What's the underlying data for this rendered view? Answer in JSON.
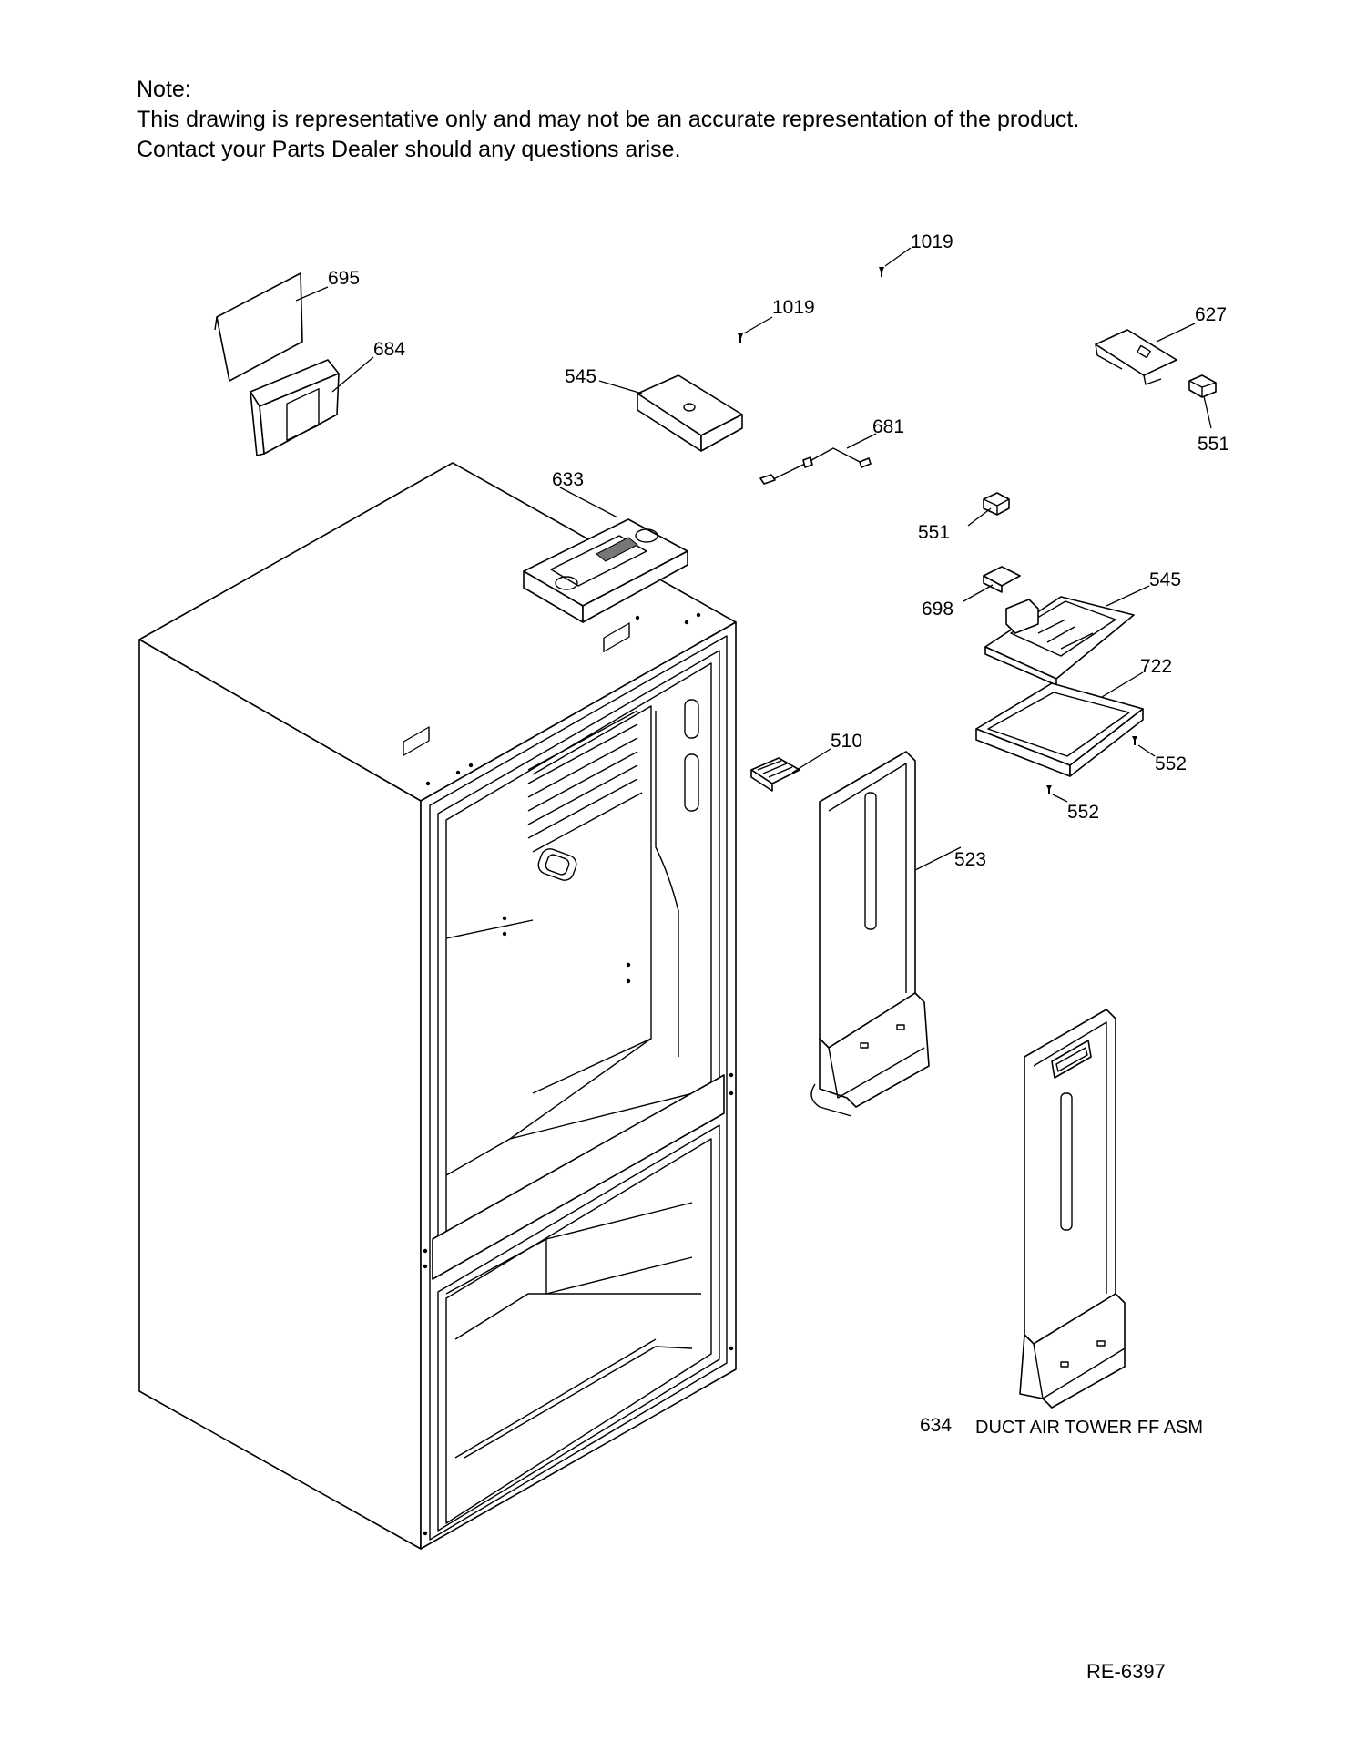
{
  "note": {
    "heading": "Note:",
    "line1": "This drawing is representative only and may not be an accurate representation of the product.",
    "line2": "Contact your Parts Dealer should any questions arise."
  },
  "callouts": {
    "c695": "695",
    "c684": "684",
    "c1019a": "1019",
    "c1019b": "1019",
    "c627": "627",
    "c551a": "551",
    "c545a": "545",
    "c681": "681",
    "c633": "633",
    "c551b": "551",
    "c698": "698",
    "c545b": "545",
    "c722": "722",
    "c510": "510",
    "c552a": "552",
    "c552b": "552",
    "c523": "523"
  },
  "assembly": {
    "number": "634",
    "name": "DUCT AIR TOWER FF ASM"
  },
  "drawing_code": "RE-6397"
}
